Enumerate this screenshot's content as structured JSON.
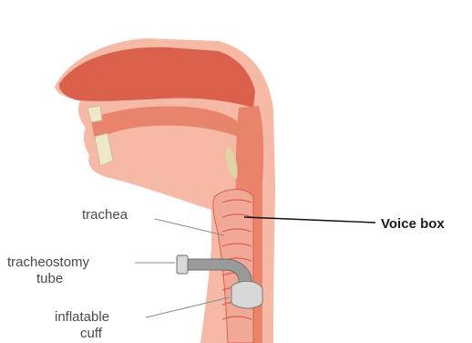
{
  "labels": {
    "trachea": "trachea",
    "voice_box": "Voice box",
    "tracheostomy_tube_line1": "tracheostomy",
    "tracheostomy_tube_line2": "tube",
    "inflatable_cuff_line1": "inflatable",
    "inflatable_cuff_line2": "cuff"
  },
  "colors": {
    "skin": "#f6b9a6",
    "tissue": "#e8836c",
    "tissue_dark": "#d9604b",
    "airway": "#f2a896",
    "teeth": "#efe7c8",
    "cartilage": "#e2d3a6",
    "tube": "#9a9a9a",
    "cuff": "#d8d8d8",
    "leader": "#8a8a8a",
    "voice_leader": "#111111"
  }
}
